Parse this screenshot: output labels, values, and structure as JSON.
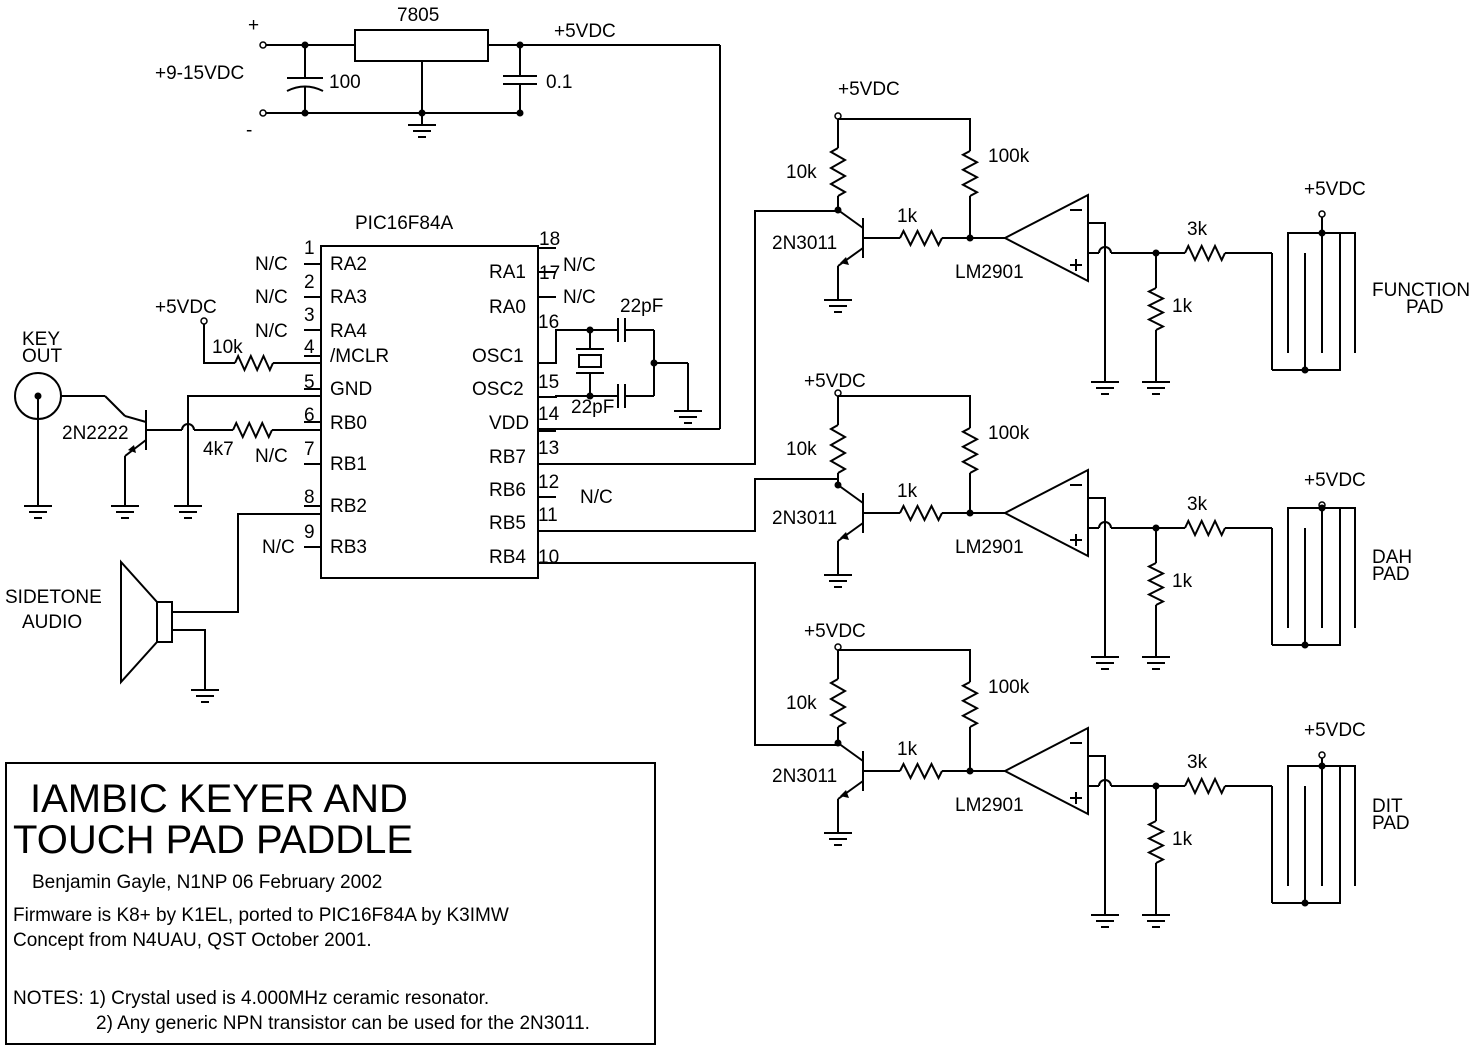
{
  "power": {
    "regulator": "7805",
    "plus": "+",
    "minus": "-",
    "input": "+9-15VDC",
    "cap_in": "100",
    "cap_out": "0.1",
    "output": "+5VDC"
  },
  "mcu": {
    "name": "PIC16F84A",
    "left_pins": [
      {
        "num": "1",
        "name": "RA2",
        "nc": "N/C"
      },
      {
        "num": "2",
        "name": "RA3",
        "nc": "N/C"
      },
      {
        "num": "3",
        "name": "RA4",
        "nc": "N/C"
      },
      {
        "num": "4",
        "name": "/MCLR",
        "nc": ""
      },
      {
        "num": "5",
        "name": "GND",
        "nc": ""
      },
      {
        "num": "6",
        "name": "RB0",
        "nc": ""
      },
      {
        "num": "7",
        "name": "RB1",
        "nc": "N/C"
      },
      {
        "num": "8",
        "name": "RB2",
        "nc": ""
      },
      {
        "num": "9",
        "name": "RB3",
        "nc": "N/C"
      }
    ],
    "right_pins": [
      {
        "num": "18",
        "name": "",
        "nc": ""
      },
      {
        "num": "17",
        "name": "RA1",
        "nc": "N/C"
      },
      {
        "num": "",
        "name": "RA0",
        "nc": "N/C"
      },
      {
        "num": "16",
        "name": "OSC1",
        "nc": ""
      },
      {
        "num": "15",
        "name": "OSC2",
        "nc": ""
      },
      {
        "num": "14",
        "name": "VDD",
        "nc": ""
      },
      {
        "num": "13",
        "name": "RB7",
        "nc": ""
      },
      {
        "num": "12",
        "name": "RB6",
        "nc": "N/C"
      },
      {
        "num": "11",
        "name": "RB5",
        "nc": ""
      },
      {
        "num": "10",
        "name": "RB4",
        "nc": ""
      }
    ]
  },
  "osc": {
    "cap_top": "22pF",
    "cap_bottom": "22pF"
  },
  "key_out": {
    "label_line1": "KEY",
    "label_line2": "OUT",
    "vcc": "+5VDC",
    "r_mclr": "10k",
    "r_base": "4k7",
    "transistor": "2N2222"
  },
  "sidetone": {
    "line1": "SIDETONE",
    "line2": "AUDIO"
  },
  "channels": [
    {
      "vcc": "+5VDC",
      "r_base": "10k",
      "r_pull": "100k",
      "r_ser": "1k",
      "transistor": "2N3011",
      "comparator": "LM2901",
      "r_pad": "3k",
      "r_gnd": "1k",
      "pad_vcc": "+5VDC",
      "pad_line1": "FUNCTION",
      "pad_line2": "PAD"
    },
    {
      "vcc": "+5VDC",
      "r_base": "10k",
      "r_pull": "100k",
      "r_ser": "1k",
      "transistor": "2N3011",
      "comparator": "LM2901",
      "r_pad": "3k",
      "r_gnd": "1k",
      "pad_vcc": "+5VDC",
      "pad_line1": "DAH",
      "pad_line2": "PAD"
    },
    {
      "vcc": "+5VDC",
      "r_base": "10k",
      "r_pull": "100k",
      "r_ser": "1k",
      "transistor": "2N3011",
      "comparator": "LM2901",
      "r_pad": "3k",
      "r_gnd": "1k",
      "pad_vcc": "+5VDC",
      "pad_line1": "DIT",
      "pad_line2": "PAD"
    }
  ],
  "title_block": {
    "line1": "IAMBIC KEYER AND",
    "line2": "TOUCH PAD PADDLE",
    "author": "Benjamin Gayle, N1NP 06 February 2002",
    "firmware": "Firmware is K8+ by K1EL, ported to PIC16F84A by K3IMW",
    "concept": "Concept from N4UAU, QST October 2001.",
    "note1": "NOTES: 1) Crystal used is 4.000MHz ceramic resonator.",
    "note2": "2) Any generic NPN transistor can be used for the 2N3011."
  }
}
